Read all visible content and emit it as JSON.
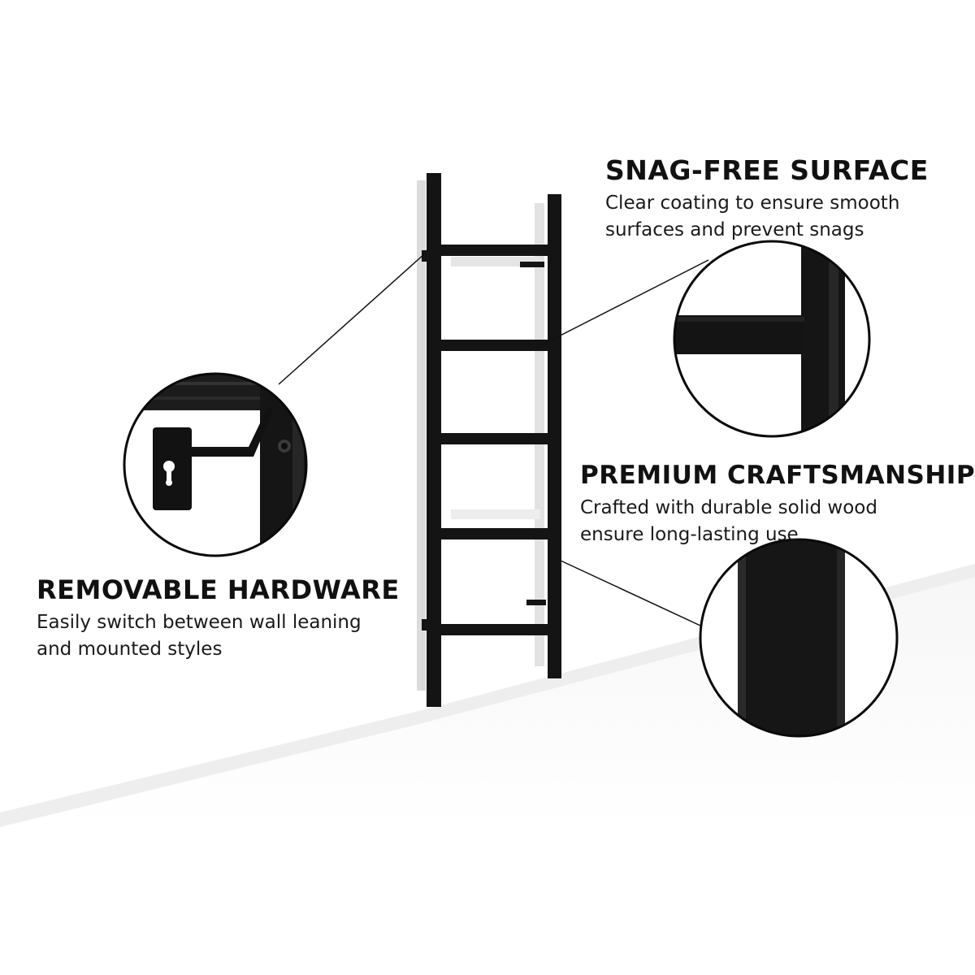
{
  "colors": {
    "background": "#ffffff",
    "floor_shadow": "#efefef",
    "ladder": "#141414",
    "wall_reflection": "#dddddd",
    "text": "#111111"
  },
  "features": [
    {
      "id": "snag-free",
      "title": "SNAG-FREE SURFACE",
      "description_lines": [
        "Clear coating to ensure smooth",
        "surfaces and prevent snags"
      ]
    },
    {
      "id": "premium",
      "title": "PREMIUM CRAFTSMANSHIP",
      "description_lines": [
        "Crafted with durable solid wood",
        "ensure long-lasting use"
      ]
    },
    {
      "id": "removable",
      "title": "REMOVABLE HARDWARE",
      "description_lines": [
        "Easily switch between wall leaning",
        "and mounted styles"
      ]
    }
  ],
  "product": {
    "name": "black wooden blanket ladder",
    "rungs": 5
  },
  "detail_callouts": [
    {
      "id": "hardware-detail",
      "icon": "wall-mount-bracket-icon"
    },
    {
      "id": "surface-detail",
      "icon": "rung-joint-closeup-icon"
    },
    {
      "id": "craftsmanship-detail",
      "icon": "rail-edge-closeup-icon"
    }
  ]
}
